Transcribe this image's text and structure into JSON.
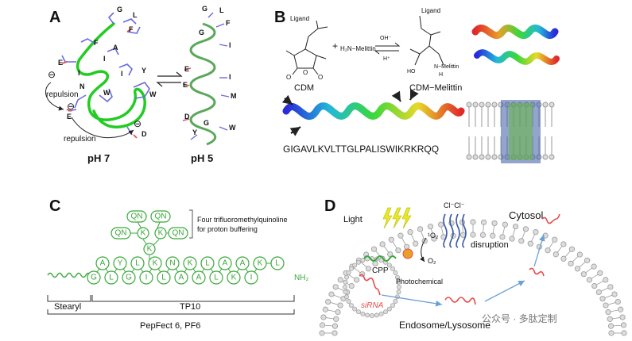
{
  "panels": {
    "A": {
      "letter": "A",
      "state_left": "pH 7",
      "state_right": "pH 5",
      "repulsion_label": "repulsion",
      "charge_symbol": "⊖",
      "residues_left": [
        "G",
        "L",
        "F",
        "A",
        "F",
        "I",
        "I",
        "I",
        "E",
        "N",
        "W",
        "Y",
        "W",
        "E",
        "D"
      ],
      "residues_right": [
        "G",
        "L",
        "F",
        "G",
        "I",
        "E",
        "I",
        "E",
        "M",
        "D",
        "G",
        "W",
        "Y"
      ]
    },
    "B": {
      "letter": "B",
      "ligand": "Ligand",
      "cdm": "CDM",
      "plus": "+",
      "reagent": "H₂N−Melittin",
      "oh": "OH⁻",
      "h": "H⁺",
      "product": "CDM−Melittin",
      "product_n": "N−Melittin",
      "ho": "HO",
      "o": "O",
      "h_label": "H",
      "sequence": "GIGAVLKVLTTGLPALISWIKRKRQQ"
    },
    "C": {
      "letter": "C",
      "quinoline_note_1": "Four trifluoromethylquinoline",
      "quinoline_note_2": "for proton buffering",
      "branch_qn": [
        "QN",
        "QN",
        "QN",
        "K",
        "K",
        "QN",
        "K"
      ],
      "chain_top": [
        "A",
        "Y",
        "L",
        "K",
        "N",
        "K",
        "L",
        "A",
        "A",
        "K",
        "L"
      ],
      "chain_bottom": [
        "G",
        "L",
        "G",
        "I",
        "L",
        "A",
        "A",
        "L",
        "K",
        "I"
      ],
      "nh2": "NH₂",
      "stearyl": "Stearyl",
      "tp10": "TP10",
      "pepfect": "PepFect 6, PF6"
    },
    "D": {
      "letter": "D",
      "light": "Light",
      "cl": "Cl⁻Cl⁻",
      "cytosol": "Cytosol",
      "o2_singlet": "¹O₂",
      "o2": "O₂",
      "disruption": "disruption",
      "cpp": "CPP",
      "photochemical": "Photochemical",
      "sirna": "siRNA",
      "endosome": "Endosome/Lysosome",
      "watermark": "公众号 · 多肽定制"
    }
  },
  "colors": {
    "peptide_green": "#3aa83a",
    "backbone_green": "#22cc22",
    "sidechain_blue": "#6a6adf",
    "sidechain_red": "#e0505a",
    "lipid_gray": "#9a9a9a",
    "sirna_red": "#e84a4a",
    "arrow_blue": "#6aa0d8"
  }
}
